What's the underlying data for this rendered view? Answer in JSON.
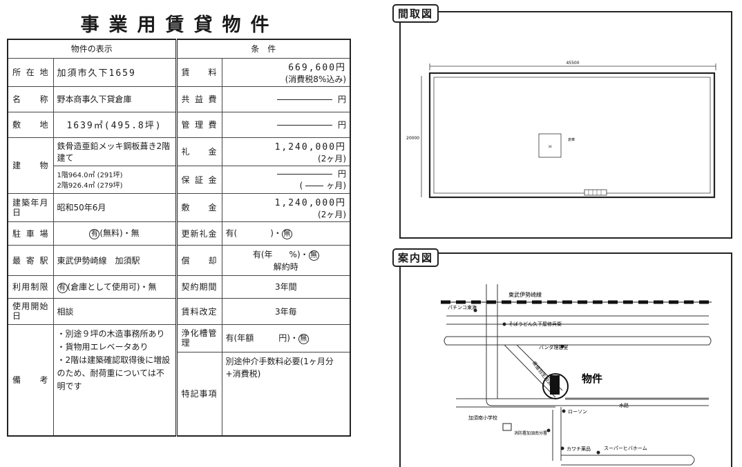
{
  "title": "事業用賃貸物件",
  "table": {
    "head_left": "物件の表示",
    "head_right": "条　件",
    "rows": {
      "location": {
        "label": "所在地",
        "value": "加須市久下1659"
      },
      "name": {
        "label": "名称",
        "value": "野本商事久下貸倉庫"
      },
      "site": {
        "label": "敷地",
        "value": "1639㎡(495.8坪)"
      },
      "building": {
        "label": "建物",
        "structure": "鉄骨造亜鉛メッキ鋼板葺き2階建て",
        "floor1": "1階964.0㎡ (291坪)",
        "floor2": "2階926.4㎡ (279坪)"
      },
      "built": {
        "label": "建築年月日",
        "value": "昭和50年6月"
      },
      "parking": {
        "label": "駐車場",
        "yes": "有",
        "free": "(無料)・無"
      },
      "station": {
        "label": "最寄駅",
        "value": "東武伊勢崎線　加須駅"
      },
      "usage": {
        "label": "利用制限",
        "yes": "有",
        "value": "(倉庫として使用可)・無"
      },
      "start": {
        "label": "使用開始日",
        "value": "相談"
      },
      "notes": {
        "label": "備考",
        "items": [
          "・別途９坪の木造事務所あり",
          "・貨物用エレベータあり",
          "・2階は建築確認取得後に増設のため、耐荷重については不明です"
        ]
      }
    },
    "terms": {
      "rent": {
        "label": "賃料",
        "amount": "669,600円",
        "note": "(消費税8%込み)"
      },
      "common": {
        "label": "共益費",
        "unit": "円"
      },
      "mgmt": {
        "label": "管理費",
        "unit": "円"
      },
      "key": {
        "label": "礼金",
        "amount": "1,240,000円",
        "note": "(2ヶ月)"
      },
      "deposit": {
        "label": "保証金",
        "unit": "円",
        "months_a": "(",
        "months_b": "ヶ月)"
      },
      "security": {
        "label": "敷金",
        "amount": "1,240,000円",
        "note": "(2ヶ月)"
      },
      "renewal": {
        "label": "更新礼金",
        "value": "有(　　　　)・",
        "none": "無"
      },
      "amort": {
        "label": "償却",
        "value": "有(年　　%)・",
        "none": "無",
        "sub": "解約時"
      },
      "period": {
        "label": "契約期間",
        "value": "3年間"
      },
      "revision": {
        "label": "賃料改定",
        "value": "3年毎"
      },
      "septic": {
        "label": "浄化槽管理",
        "value": "有(年額　　　円)・",
        "none": "無"
      },
      "special": {
        "label": "特記事項",
        "value": "別途仲介手数料必要(1ヶ月分+消費税)"
      }
    }
  },
  "floorplan": {
    "label": "間取図",
    "width_dim": "45500",
    "height_dim": "20000",
    "room_label": "倉庫",
    "room_num": "34"
  },
  "map": {
    "label": "案内図",
    "rail": "東武伊勢崎線",
    "pachinko": "パチンコ東海",
    "soba": "そばうどん久下屋修兵衛",
    "barber": "バンダ理容室",
    "road": "県道羽生加須線",
    "property": "物件",
    "canal": "水路",
    "school": "加須南小学校",
    "lawson": "ローソン",
    "fire": "消防署加須南分署",
    "pharmacy": "カワチ薬品",
    "super": "スーパーヒバホーム"
  }
}
